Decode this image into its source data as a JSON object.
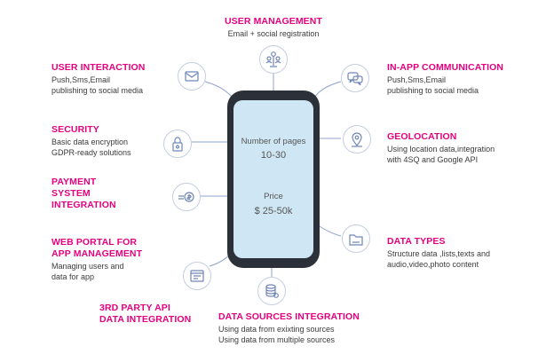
{
  "colors": {
    "accent": "#e6007e",
    "text": "#3b3b3b",
    "icon": "#6f86b7",
    "line": "#8fa3cf",
    "phone_frame": "#2c3038",
    "phone_screen": "#cfe7f5",
    "phone_text": "#555555"
  },
  "phone": {
    "pages_label": "Number of pages",
    "pages_value": "10-30",
    "price_label": "Price",
    "price_value": "$ 25-50k"
  },
  "features": [
    {
      "id": "user-management",
      "title": "USER MANAGEMENT",
      "desc": "Email + social registration",
      "icon": "users-network-icon"
    },
    {
      "id": "user-interaction",
      "title": "USER INTERACTION",
      "desc": "Push,Sms,Email\npublishing to social media",
      "icon": "envelope-icon"
    },
    {
      "id": "in-app-communication",
      "title": "IN-APP COMMUNICATION",
      "desc": "Push,Sms,Email\npublishing to social media",
      "icon": "chat-bubbles-icon"
    },
    {
      "id": "security",
      "title": "SECURITY",
      "desc": "Basic data encryption\nGDPR-ready solutions",
      "icon": "padlock-icon"
    },
    {
      "id": "geolocation",
      "title": "GEOLOCATION",
      "desc": "Using location data,integration\nwith 4SQ and Google API",
      "icon": "map-pin-icon"
    },
    {
      "id": "payment",
      "title": "PAYMENT\nSYSTEM\nINTEGRATION",
      "desc": "",
      "icon": "payment-hand-icon"
    },
    {
      "id": "web-portal",
      "title": "WEB PORTAL FOR\nAPP MANAGEMENT",
      "desc": "Managing users and\ndata for app",
      "icon": "web-window-icon"
    },
    {
      "id": "data-types",
      "title": "DATA TYPES",
      "desc": "Structure data ,lists,texts and\naudio,video,photo content",
      "icon": "folder-icon"
    },
    {
      "id": "third-party-api",
      "title": "3RD PARTY API\nDATA INTEGRATION",
      "desc": "",
      "icon": "api-icon"
    },
    {
      "id": "data-sources",
      "title": "DATA SOURCES INTEGRATION",
      "desc": "Using data from exixting sources\nUsing data from multiple sources",
      "icon": "database-icon"
    }
  ]
}
